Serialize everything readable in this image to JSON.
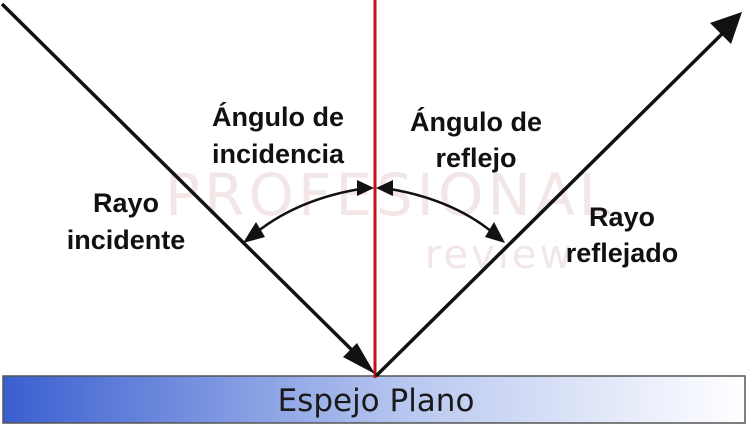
{
  "labels": {
    "angle_incidence_line1": "Ángulo de",
    "angle_incidence_line2": "incidencia",
    "angle_reflection_line1": "Ángulo de",
    "angle_reflection_line2": "reflejo",
    "incident_ray_line1": "Rayo",
    "incident_ray_line2": "incidente",
    "reflected_ray_line1": "Rayo",
    "reflected_ray_line2": "reflejado",
    "mirror": "Espejo Plano"
  },
  "watermark": {
    "line1": "PROFESIONAL",
    "line2": "review"
  },
  "colors": {
    "normal_line": "#c8101a",
    "rays": "#111111",
    "mirror_dark": "#3a5fd0",
    "mirror_light": "#ffffff"
  }
}
